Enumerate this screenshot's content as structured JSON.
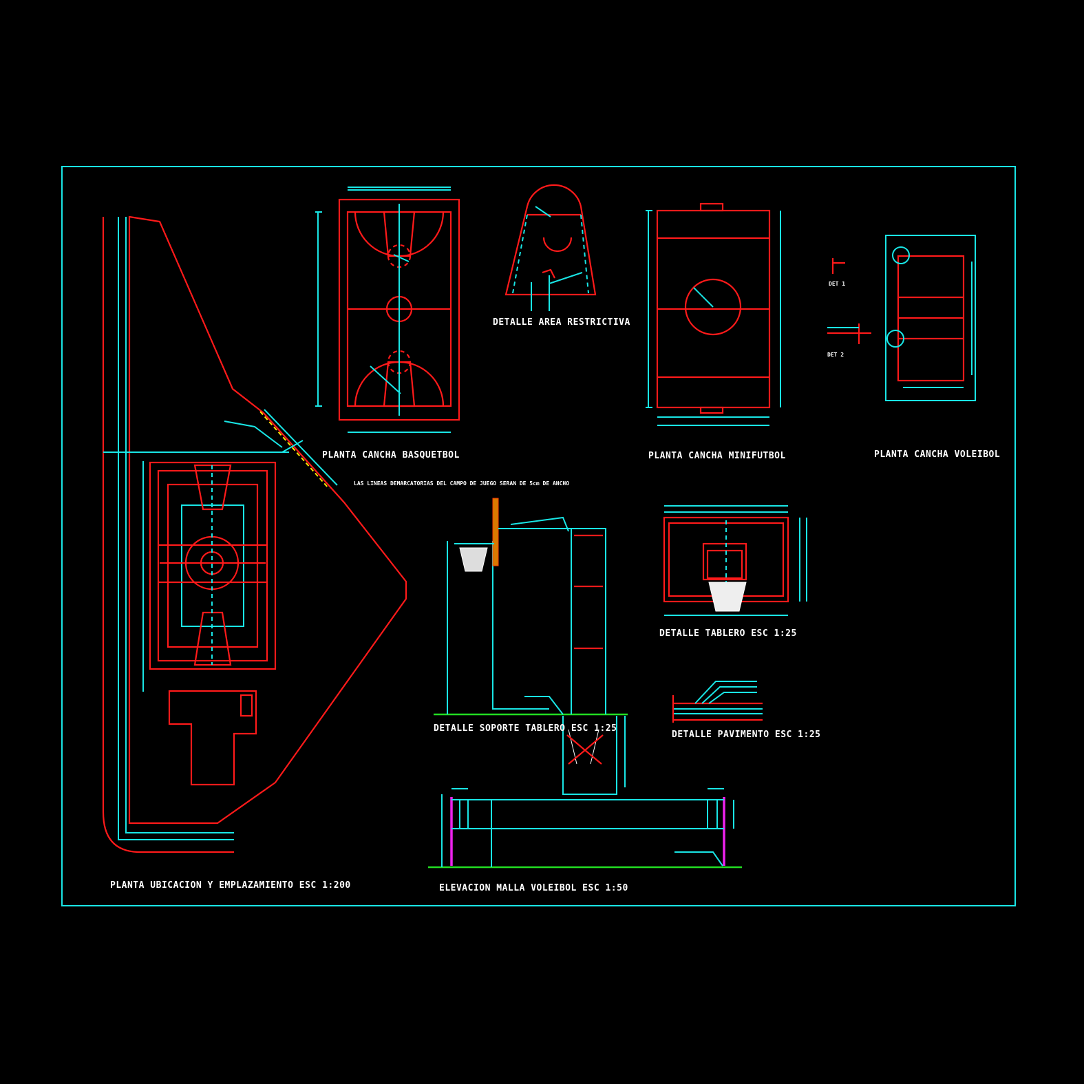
{
  "colors": {
    "background": "#000000",
    "frame": "#19e6e6",
    "linework": "#ff1a1a",
    "dimensions": "#19e6e6",
    "ground": "#22dd22",
    "post": "#ee22ee",
    "text": "#ffffff"
  },
  "titles": {
    "basket_plan": "PLANTA CANCHA BASQUETBOL",
    "restrictive_detail": "DETALLE AREA RESTRICTIVA",
    "mini_plan": "PLANTA CANCHA MINIFUTBOL",
    "volley_plan": "PLANTA CANCHA VOLEIBOL",
    "backboard_detail": "DETALLE TABLERO  ESC 1:25",
    "support_detail": "DETALLE SOPORTE TABLERO  ESC 1:25",
    "pavement_detail": "DETALLE PAVIMENTO  ESC 1:25",
    "site_plan": "PLANTA UBICACION Y EMPLAZAMIENTO  ESC 1:200",
    "net_elevation": "ELEVACION MALLA VOLEIBOL   ESC 1:50"
  },
  "notes": {
    "boundary_lines": "LAS LINEAS DEMARCATORIAS DEL CAMPO DE JUEGO SERAN DE 5cm DE ANCHO",
    "det_1": "DET 1",
    "det_2": "DET 2"
  }
}
